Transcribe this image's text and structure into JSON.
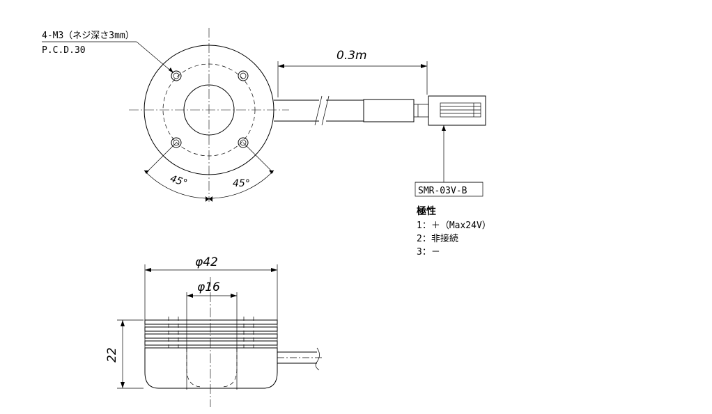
{
  "callouts": {
    "hole_spec": "4-M3（ネジ深さ3mm）",
    "pcd": "P.C.D.30",
    "connector": "SMR-03V-B"
  },
  "dimensions": {
    "cable_length": "0.3m",
    "angle_left": "45°",
    "angle_right": "45°",
    "outer_diameter": "φ42",
    "inner_diameter": "φ16",
    "height": "22"
  },
  "pinout": {
    "title": "極性",
    "pins": [
      "1：＋（Max24V）",
      "2：非接続",
      "3：－"
    ]
  }
}
